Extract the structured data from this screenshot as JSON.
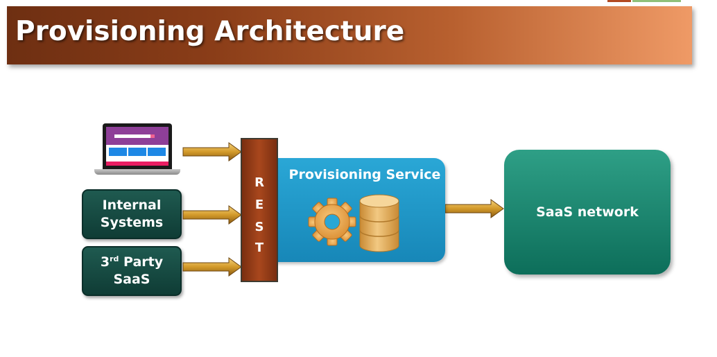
{
  "slide": {
    "title": "Provisioning Architecture"
  },
  "sources": {
    "internal": {
      "line1": "Internal",
      "line2": "Systems"
    },
    "third_party": {
      "prefix": "3",
      "superscript": "rd",
      "suffix": " Party",
      "line2": "SaaS"
    }
  },
  "rest": {
    "letters": [
      "R",
      "E",
      "S",
      "T"
    ]
  },
  "provisioning_service": {
    "label": "Provisioning Service"
  },
  "saas_network": {
    "label": "SaaS network"
  },
  "colors": {
    "title_gradient_start": "#6e2f12",
    "title_gradient_end": "#ef9a66",
    "source_box": "#1f5a50",
    "rest_bar": "#a8471d",
    "provisioning_box": "#2aa7d6",
    "saas_box": "#0d6e5a",
    "arrow": "#d39a2a",
    "gear": "#e8a54b",
    "database": "#e2ad58"
  },
  "icons": [
    "laptop-icon",
    "gear-icon",
    "database-icon"
  ]
}
